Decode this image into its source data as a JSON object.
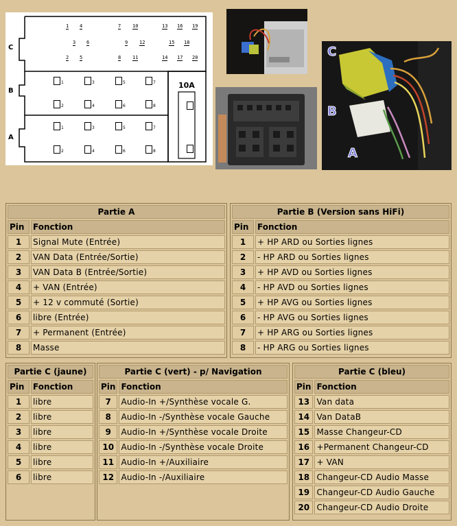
{
  "diagram": {
    "section_c": "C",
    "section_b": "B",
    "section_a": "A",
    "fuse_label": "10A",
    "c_top_pins": [
      "1",
      "4",
      "7",
      "10",
      "13",
      "16",
      "19"
    ],
    "c_mid_pins": [
      "3",
      "6",
      "9",
      "12",
      "15",
      "18"
    ],
    "c_bot_pins": [
      "2",
      "5",
      "8",
      "11",
      "14",
      "17",
      "20"
    ],
    "b_pins": [
      "1",
      "3",
      "5",
      "7",
      "2",
      "4",
      "6",
      "8"
    ],
    "a_pins": [
      "1",
      "3",
      "5",
      "7",
      "2",
      "4",
      "6",
      "8"
    ]
  },
  "photos": {
    "label_c": "C",
    "label_b": "B",
    "label_a": "A"
  },
  "colors": {
    "background": "#dcc59a",
    "header_cell": "#c9b48d",
    "body_cell": "#e6d2a8",
    "photo_label": "#7a7ad8"
  },
  "partie_a": {
    "title": "Partie A",
    "col_pin": "Pin",
    "col_fn": "Fonction",
    "rows": [
      {
        "pin": "1",
        "fn": "Signal Mute (Entrée)"
      },
      {
        "pin": "2",
        "fn": "VAN Data (Entrée/Sortie)"
      },
      {
        "pin": "3",
        "fn": "VAN Data B (Entrée/Sortie)"
      },
      {
        "pin": "4",
        "fn": "+ VAN (Entrée)"
      },
      {
        "pin": "5",
        "fn": "+ 12 v commuté (Sortie)"
      },
      {
        "pin": "6",
        "fn": "libre (Entrée)"
      },
      {
        "pin": "7",
        "fn": "+ Permanent (Entrée)"
      },
      {
        "pin": "8",
        "fn": "Masse"
      }
    ]
  },
  "partie_b": {
    "title": "Partie B (Version sans HiFi)",
    "col_pin": "Pin",
    "col_fn": "Fonction",
    "rows": [
      {
        "pin": "1",
        "fn": "+ HP ARD ou Sorties lignes"
      },
      {
        "pin": "2",
        "fn": "- HP ARD ou Sorties lignes"
      },
      {
        "pin": "3",
        "fn": "+ HP AVD ou Sorties lignes"
      },
      {
        "pin": "4",
        "fn": "- HP AVD ou Sorties lignes"
      },
      {
        "pin": "5",
        "fn": "+ HP AVG ou Sorties lignes"
      },
      {
        "pin": "6",
        "fn": "- HP AVG ou Sorties lignes"
      },
      {
        "pin": "7",
        "fn": "+ HP ARG ou Sorties lignes"
      },
      {
        "pin": "8",
        "fn": "- HP ARG ou Sorties lignes"
      }
    ]
  },
  "partie_c_jaune": {
    "title": "Partie C (jaune)",
    "col_pin": "Pin",
    "col_fn": "Fonction",
    "rows": [
      {
        "pin": "1",
        "fn": "libre"
      },
      {
        "pin": "2",
        "fn": "libre"
      },
      {
        "pin": "3",
        "fn": "libre"
      },
      {
        "pin": "4",
        "fn": "libre"
      },
      {
        "pin": "5",
        "fn": "libre"
      },
      {
        "pin": "6",
        "fn": "libre"
      }
    ]
  },
  "partie_c_vert": {
    "title": "Partie C (vert) - p/ Navigation",
    "col_pin": "Pin",
    "col_fn": "Fonction",
    "rows": [
      {
        "pin": "7",
        "fn": "Audio-In +/Synthèse vocale G."
      },
      {
        "pin": "8",
        "fn": "Audio-In -/Synthèse vocale Gauche"
      },
      {
        "pin": "9",
        "fn": "Audio-In +/Synthèse vocale Droite"
      },
      {
        "pin": "10",
        "fn": "Audio-In -/Synthèse vocale Droite"
      },
      {
        "pin": "11",
        "fn": "Audio-In +/Auxiliaire"
      },
      {
        "pin": "12",
        "fn": "Audio-In -/Auxiliaire"
      }
    ]
  },
  "partie_c_bleu": {
    "title": "Partie C (bleu)",
    "col_pin": "Pin",
    "col_fn": "Fonction",
    "rows": [
      {
        "pin": "13",
        "fn": "Van data"
      },
      {
        "pin": "14",
        "fn": "Van DataB"
      },
      {
        "pin": "15",
        "fn": "Masse Changeur-CD"
      },
      {
        "pin": "16",
        "fn": "+Permanent Changeur-CD"
      },
      {
        "pin": "17",
        "fn": "+ VAN"
      },
      {
        "pin": "18",
        "fn": "Changeur-CD Audio Masse"
      },
      {
        "pin": "19",
        "fn": "Changeur-CD Audio Gauche"
      },
      {
        "pin": "20",
        "fn": "Changeur-CD Audio Droite"
      }
    ]
  }
}
